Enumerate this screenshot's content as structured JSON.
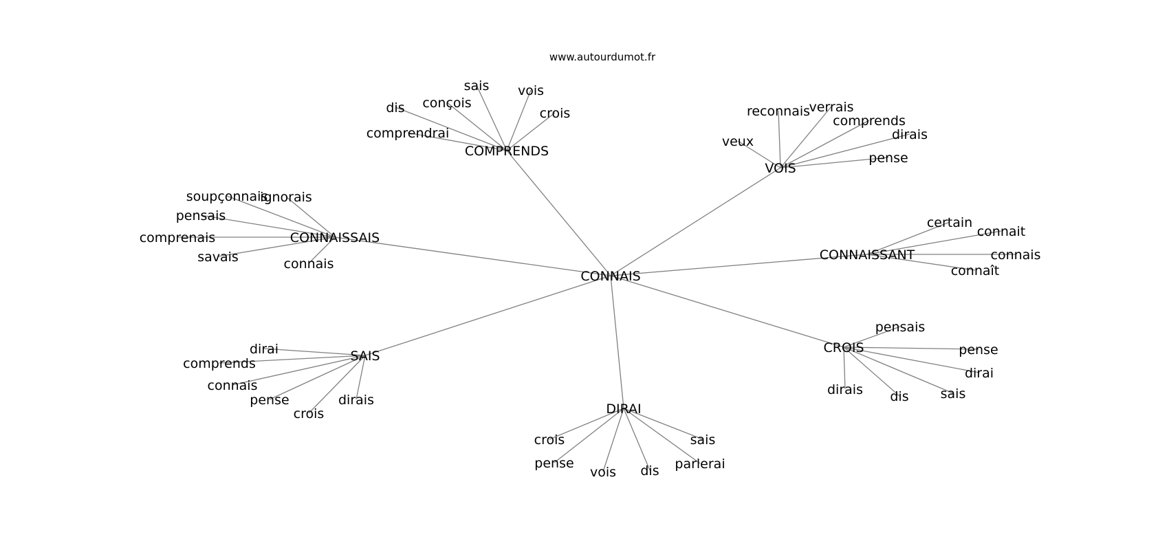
{
  "credit": "www.autourdumot.fr",
  "graph": {
    "center": "CONNAIS",
    "groups": [
      {
        "hub": "COMPRENDS",
        "leaves": [
          "sais",
          "vois",
          "conçois",
          "dis",
          "crois",
          "comprendrai"
        ]
      },
      {
        "hub": "VOIS",
        "leaves": [
          "reconnais",
          "verrais",
          "comprends",
          "dirais",
          "veux",
          "pense"
        ]
      },
      {
        "hub": "CONNAISSAIS",
        "leaves": [
          "soupçonnais",
          "ignorais",
          "pensais",
          "comprenais",
          "savais",
          "connais"
        ]
      },
      {
        "hub": "CONNAISSANT",
        "leaves": [
          "certain",
          "connait",
          "connais",
          "connaît"
        ]
      },
      {
        "hub": "SAIS",
        "leaves": [
          "dirai",
          "comprends",
          "connais",
          "pense",
          "dirais",
          "crois"
        ]
      },
      {
        "hub": "CROIS",
        "leaves": [
          "pensais",
          "pense",
          "dirai",
          "dirais",
          "dis",
          "sais"
        ]
      },
      {
        "hub": "DIRAI",
        "leaves": [
          "crois",
          "sais",
          "pense",
          "parlerai",
          "vois",
          "dis"
        ]
      }
    ]
  }
}
